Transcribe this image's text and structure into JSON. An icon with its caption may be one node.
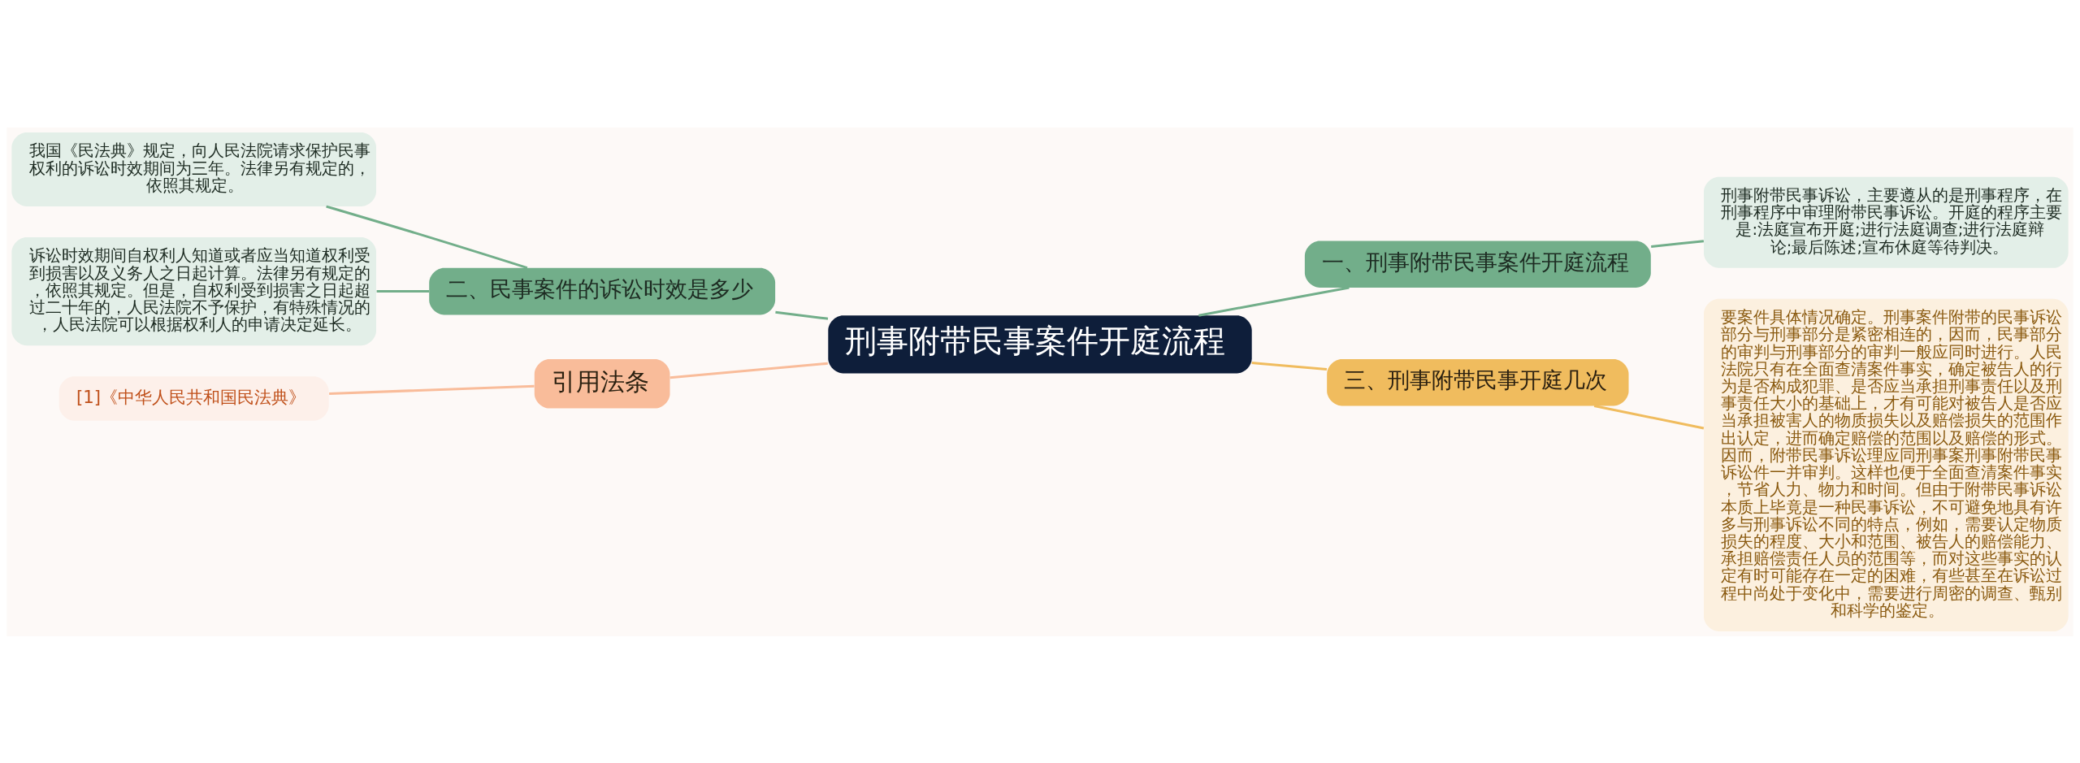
{
  "diagram": {
    "nodes": [
      {
        "text": [
          "刑事附带民事案件开庭流程"
        ]
      },
      {
        "text": [
          "一、刑事附带民事案件开庭流程"
        ]
      },
      {
        "text": [
          "刑事附带民事诉讼，主要遵从的是刑事程序，在刑事程序中审理附带民事诉讼。开庭的程序主要是:法庭宣布开庭;进行法庭调查;进行法庭辩论;最后陈述;宣布休庭等待判决。"
        ]
      },
      {
        "text": [
          "三、刑事附带民事开庭几次"
        ]
      },
      {
        "text": [
          "要案件具体情况确定。刑事案件附带的民事诉讼部分与刑事部分是紧密相连的，因而，民事部分的审判与刑事部分的审判一般应同时进行。人民法院只有在全面查清案件事实，确定被告人的行为是否构成犯罪、是否应当承担刑事责任以及刑事责任大小的基础上，才有可能对被告人是否应当承担被害人的物质损失以及赔偿损失的范围作出认定，进而确定赔偿的范围以及赔偿的形式。因而，附带民事诉讼理应同刑事案刑事附带民事诉讼件一并审判。这样也便于全面查清案件事实，节省人力、物力和时间。但由于附带民事诉讼本质上毕竟是一种民事诉讼，不可避免地具有许多与刑事诉讼不同的特点，例如，需要认定物质损失的程度、大小和范围、被告人的赔偿能力、承担赔偿责任人员的范围等，而对这些事实的认定有时可能存在一定的困难，有些甚至在诉讼过程中尚处于变化中，需要进行周密的调查、甄别和科学的鉴定。"
        ]
      },
      {
        "text": [
          "二、民事案件的诉讼时效是多少"
        ]
      },
      {
        "text": [
          "我国《民法典》规定，向人民法院请求保护民事权利的诉讼时效期间为三年。法律另有规定的，依照其规定。"
        ]
      },
      {
        "text": [
          "诉讼时效期间自权利人知道或者应当知道权利受到损害以及义务人之日起计算。法律另有规定的，依照其规定。但是，自权利受到损害之日起超过二十年的，人民法院不予保护，有特殊情况的，人民法院可以根据权利人的申请决定延长。"
        ]
      },
      {
        "text": [
          "引用法条"
        ]
      },
      {
        "text": [
          "[1]《中华人民共和国民法典》"
        ]
      }
    ],
    "edges": [
      {
        "from": 0,
        "to": 1,
        "arrow": "none"
      },
      {
        "from": 1,
        "to": 2,
        "arrow": "none"
      },
      {
        "from": 0,
        "to": 3,
        "arrow": "none",
        "color": "#f0bc5e"
      },
      {
        "from": 3,
        "to": 4,
        "arrow": "none",
        "color": "#f0bc5e"
      },
      {
        "from": 0,
        "to": 5,
        "arrow": "none"
      },
      {
        "from": 5,
        "to": 6,
        "arrow": "none"
      },
      {
        "from": 5,
        "to": 7,
        "arrow": "none"
      },
      {
        "from": 0,
        "to": 8,
        "arrow": "none",
        "color": "#f9bc9a"
      },
      {
        "from": 8,
        "to": 9,
        "arrow": "none",
        "color": "#f9bc9a"
      }
    ]
  }
}
